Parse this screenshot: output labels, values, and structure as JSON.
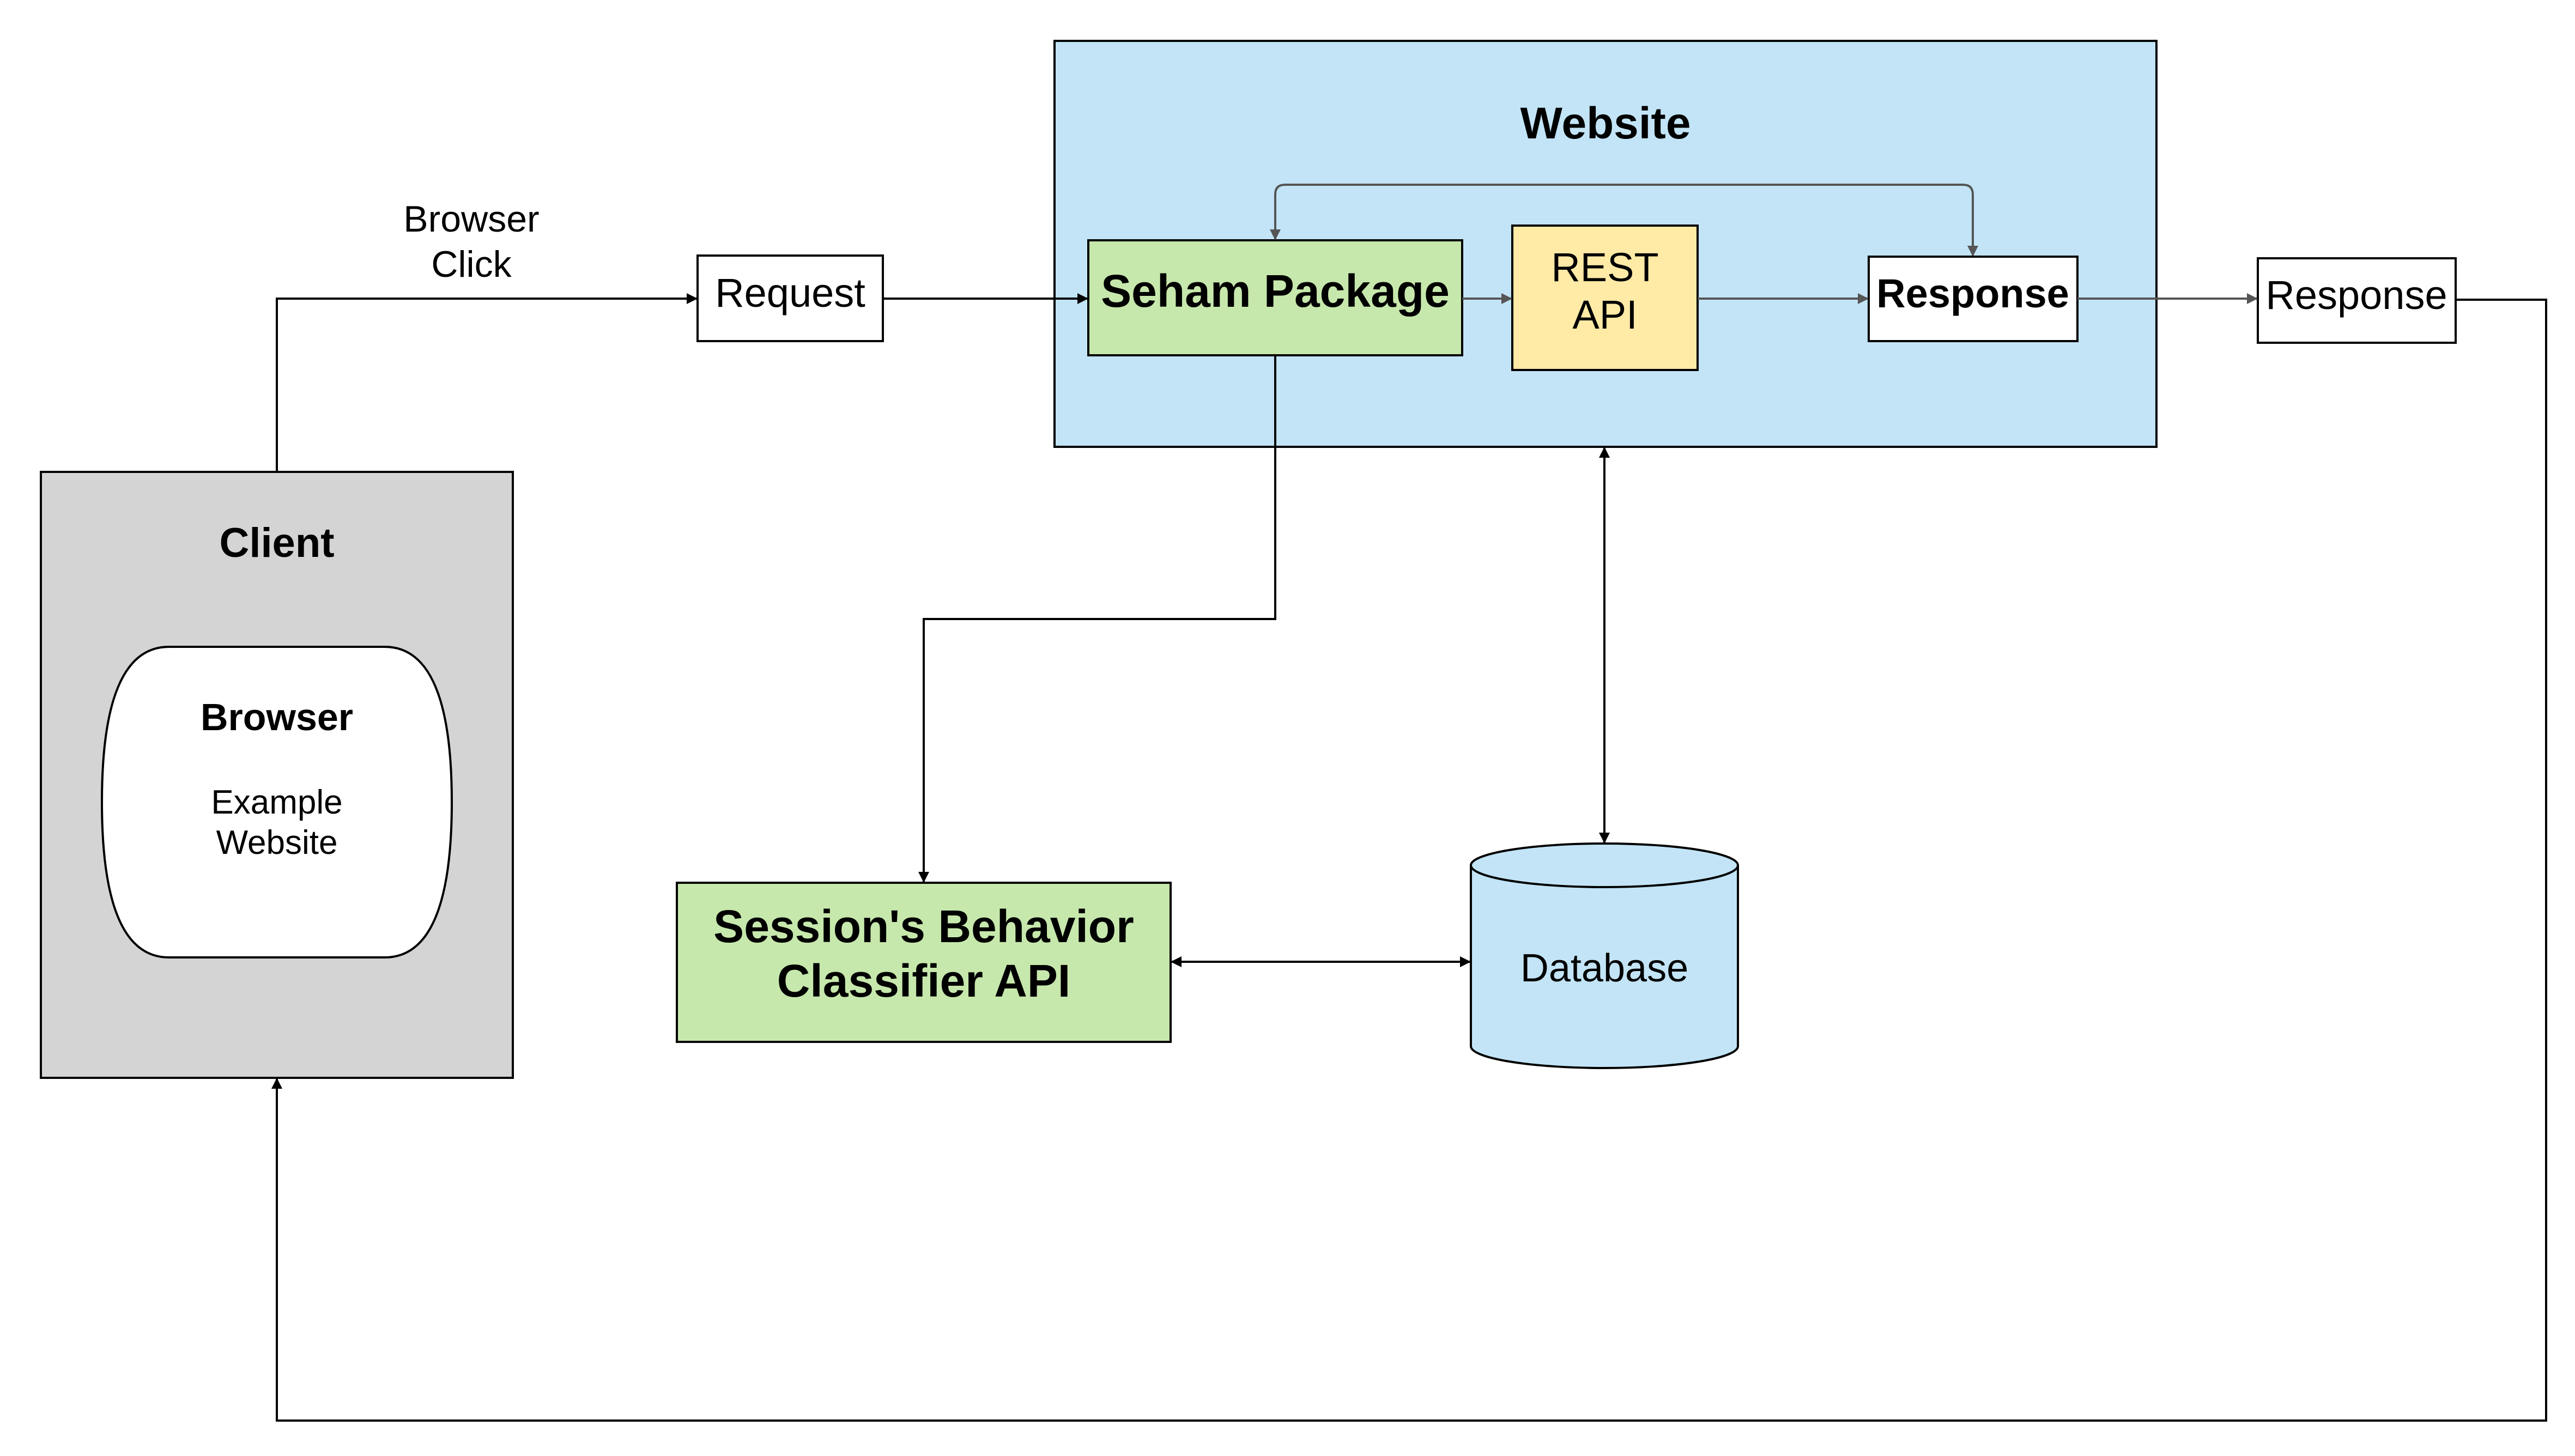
{
  "nodes": {
    "website": {
      "title": "Website",
      "fill": "#c2e4f6"
    },
    "client": {
      "title": "Client",
      "fill": "#d4d4d4"
    },
    "browser": {
      "title": "Browser",
      "line1": "Example",
      "line2": "Website"
    },
    "request": {
      "label": "Request"
    },
    "seham_package": {
      "label": "Seham Package",
      "fill": "#c7e8ac"
    },
    "rest_api": {
      "line1": "REST",
      "line2": "API",
      "fill": "#ffeaa6"
    },
    "website_response": {
      "label": "Response"
    },
    "outgoing_response": {
      "label": "Response"
    },
    "classifier_api": {
      "line1": "Session's Behavior",
      "line2": "Classifier API",
      "fill": "#c7e8ac"
    },
    "database": {
      "label": "Database",
      "fill": "#c2e4f6"
    }
  },
  "edges": {
    "browser_click": {
      "line1": "Browser",
      "line2": "Click"
    }
  }
}
